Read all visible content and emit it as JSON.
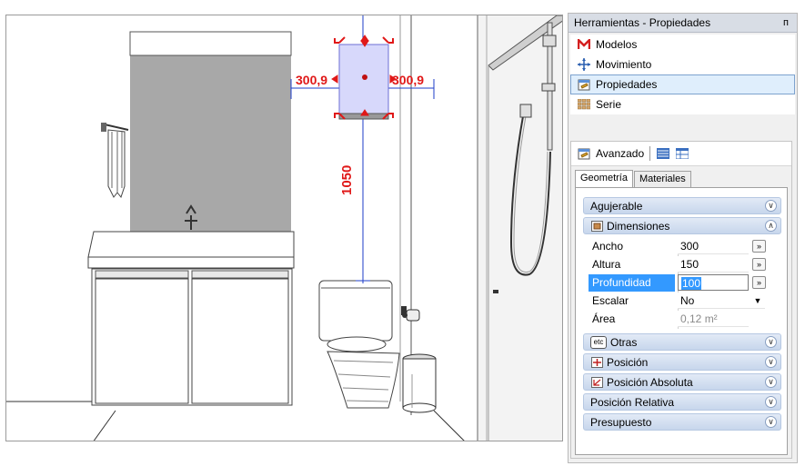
{
  "viewport": {
    "dimension_left": "300,9",
    "dimension_right": "300,9",
    "dimension_vertical": "1050"
  },
  "panel": {
    "title": "Herramientas - Propiedades",
    "pin_glyph": "ᴨ",
    "nav": [
      {
        "label": "Modelos",
        "icon": "models-icon"
      },
      {
        "label": "Movimiento",
        "icon": "move-icon"
      },
      {
        "label": "Propiedades",
        "icon": "properties-icon",
        "selected": true
      },
      {
        "label": "Serie",
        "icon": "series-icon"
      }
    ],
    "advanced_label": "Avanzado",
    "tabs": [
      "Geometría",
      "Materiales"
    ],
    "active_tab": "Geometría",
    "sections_top": [
      {
        "label": "Agujerable",
        "state": "collapsed"
      },
      {
        "label": "Dimensiones",
        "state": "expanded"
      }
    ],
    "properties": [
      {
        "label": "Ancho",
        "value": "300",
        "control": "button"
      },
      {
        "label": "Altura",
        "value": "150",
        "control": "button"
      },
      {
        "label": "Profundidad",
        "value": "100",
        "control": "button",
        "editing": true
      },
      {
        "label": "Escalar",
        "value": "No",
        "control": "dropdown"
      },
      {
        "label": "Área",
        "value": "0,12 m²",
        "control": "readonly"
      }
    ],
    "sections_bottom": [
      {
        "label": "Otras",
        "prefix": "etc"
      },
      {
        "label": "Posición"
      },
      {
        "label": "Posición Absoluta"
      },
      {
        "label": "Posición Relativa"
      },
      {
        "label": "Presupuesto"
      }
    ],
    "chevron_down": "»",
    "accent_color": "#3399ff"
  }
}
